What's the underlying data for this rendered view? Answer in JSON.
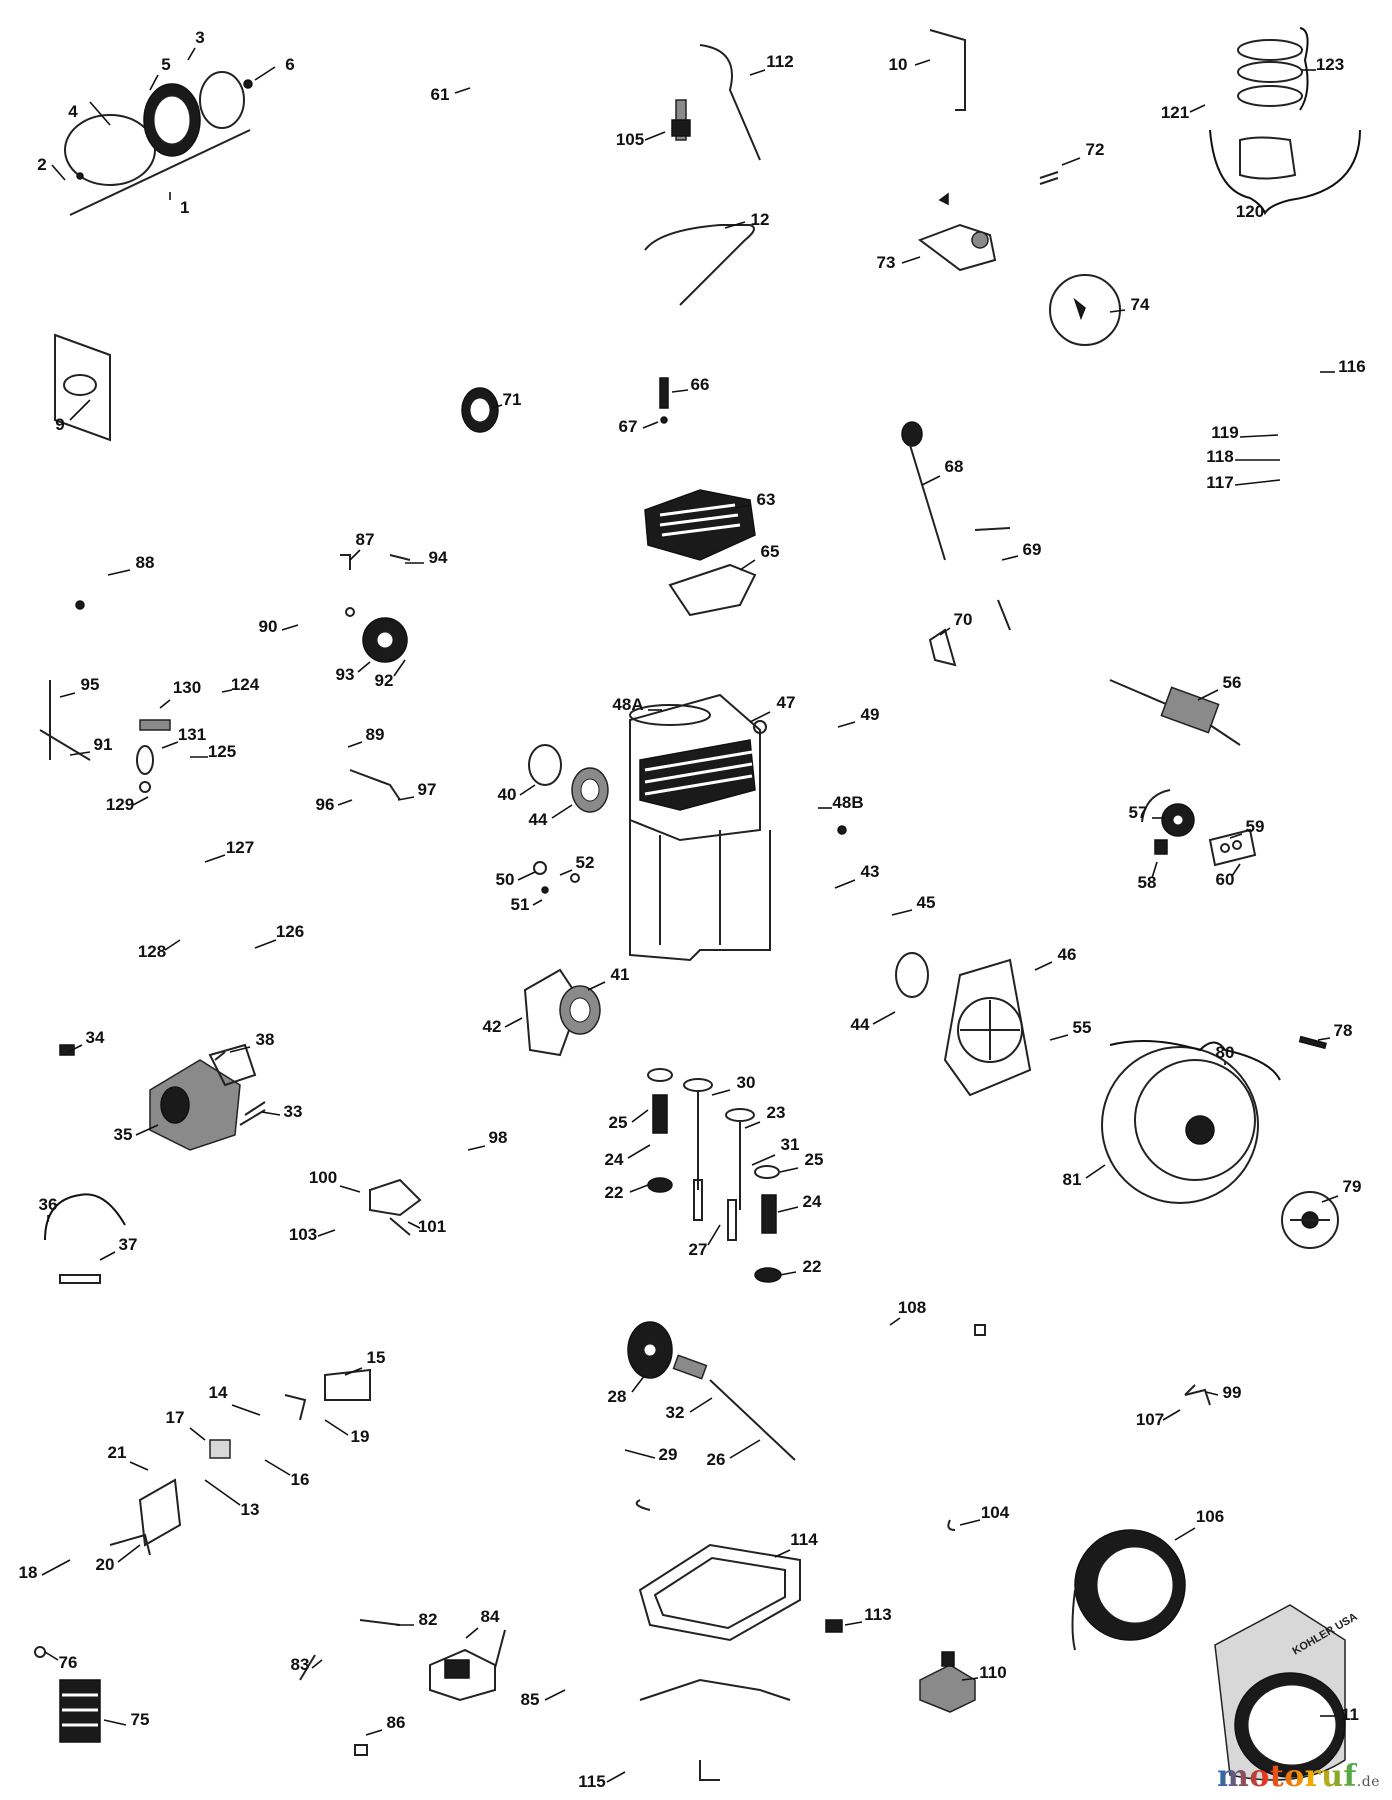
{
  "labels": [
    "1",
    "2",
    "3",
    "4",
    "5",
    "6",
    "61",
    "9",
    "10",
    "11",
    "12",
    "13",
    "14",
    "15",
    "16",
    "17",
    "18",
    "19",
    "20",
    "21",
    "22",
    "22b",
    "23",
    "24",
    "24b",
    "25",
    "25b",
    "26",
    "27",
    "28",
    "29",
    "30",
    "31",
    "32",
    "33",
    "34",
    "35",
    "36",
    "37",
    "38",
    "40",
    "41",
    "42",
    "43",
    "44",
    "44b",
    "45",
    "46",
    "47",
    "48A",
    "48B",
    "49",
    "50",
    "51",
    "52",
    "55",
    "56",
    "57",
    "58",
    "59",
    "60",
    "63",
    "65",
    "66",
    "67",
    "68",
    "69",
    "70",
    "71",
    "72",
    "73",
    "74",
    "75",
    "76",
    "78",
    "79",
    "80",
    "81",
    "82",
    "83",
    "84",
    "85",
    "86",
    "87",
    "88",
    "89",
    "90",
    "91",
    "92",
    "93",
    "94",
    "95",
    "96",
    "97",
    "98",
    "99",
    "100",
    "101",
    "103",
    "104",
    "105",
    "106",
    "107",
    "108",
    "110",
    "112",
    "113",
    "114",
    "115",
    "116",
    "117",
    "118",
    "119",
    "120",
    "121",
    "123",
    "124",
    "125",
    "126",
    "127",
    "128",
    "129",
    "130",
    "131"
  ],
  "label_text": {
    "1": "1",
    "2": "2",
    "3": "3",
    "4": "4",
    "5": "5",
    "6": "6",
    "61": "61",
    "9": "9",
    "10": "10",
    "11": "11",
    "12": "12",
    "13": "13",
    "14": "14",
    "15": "15",
    "16": "16",
    "17": "17",
    "18": "18",
    "19": "19",
    "20": "20",
    "21": "21",
    "22": "22",
    "22b": "22",
    "23": "23",
    "24": "24",
    "24b": "24",
    "25": "25",
    "25b": "25",
    "26": "26",
    "27": "27",
    "28": "28",
    "29": "29",
    "30": "30",
    "31": "31",
    "32": "32",
    "33": "33",
    "34": "34",
    "35": "35",
    "36": "36",
    "37": "37",
    "38": "38",
    "40": "40",
    "41": "41",
    "42": "42",
    "43": "43",
    "44": "44",
    "44b": "44",
    "45": "45",
    "46": "46",
    "47": "47",
    "48A": "48A",
    "48B": "48B",
    "49": "49",
    "50": "50",
    "51": "51",
    "52": "52",
    "55": "55",
    "56": "56",
    "57": "57",
    "58": "58",
    "59": "59",
    "60": "60",
    "63": "63",
    "65": "65",
    "66": "66",
    "67": "67",
    "68": "68",
    "69": "69",
    "70": "70",
    "71": "71",
    "72": "72",
    "73": "73",
    "74": "74",
    "75": "75",
    "76": "76",
    "78": "78",
    "79": "79",
    "80": "80",
    "81": "81",
    "82": "82",
    "83": "83",
    "84": "84",
    "85": "85",
    "86": "86",
    "87": "87",
    "88": "88",
    "89": "89",
    "90": "90",
    "91": "91",
    "92": "92",
    "93": "93",
    "94": "94",
    "95": "95",
    "96": "96",
    "97": "97",
    "98": "98",
    "99": "99",
    "100": "100",
    "101": "101",
    "103": "103",
    "104": "104",
    "105": "105",
    "106": "106",
    "107": "107",
    "108": "108",
    "110": "110",
    "112": "112",
    "113": "113",
    "114": "114",
    "115": "115",
    "116": "116",
    "117": "117",
    "118": "118",
    "119": "119",
    "120": "120",
    "121": "121",
    "123": "123",
    "124": "124",
    "125": "125",
    "126": "126",
    "127": "127",
    "128": "128",
    "129": "129",
    "130": "130",
    "131": "131"
  },
  "shroud_brand": "KOHLER USA",
  "watermark": {
    "text": "motoruf",
    "suffix": ".de"
  }
}
